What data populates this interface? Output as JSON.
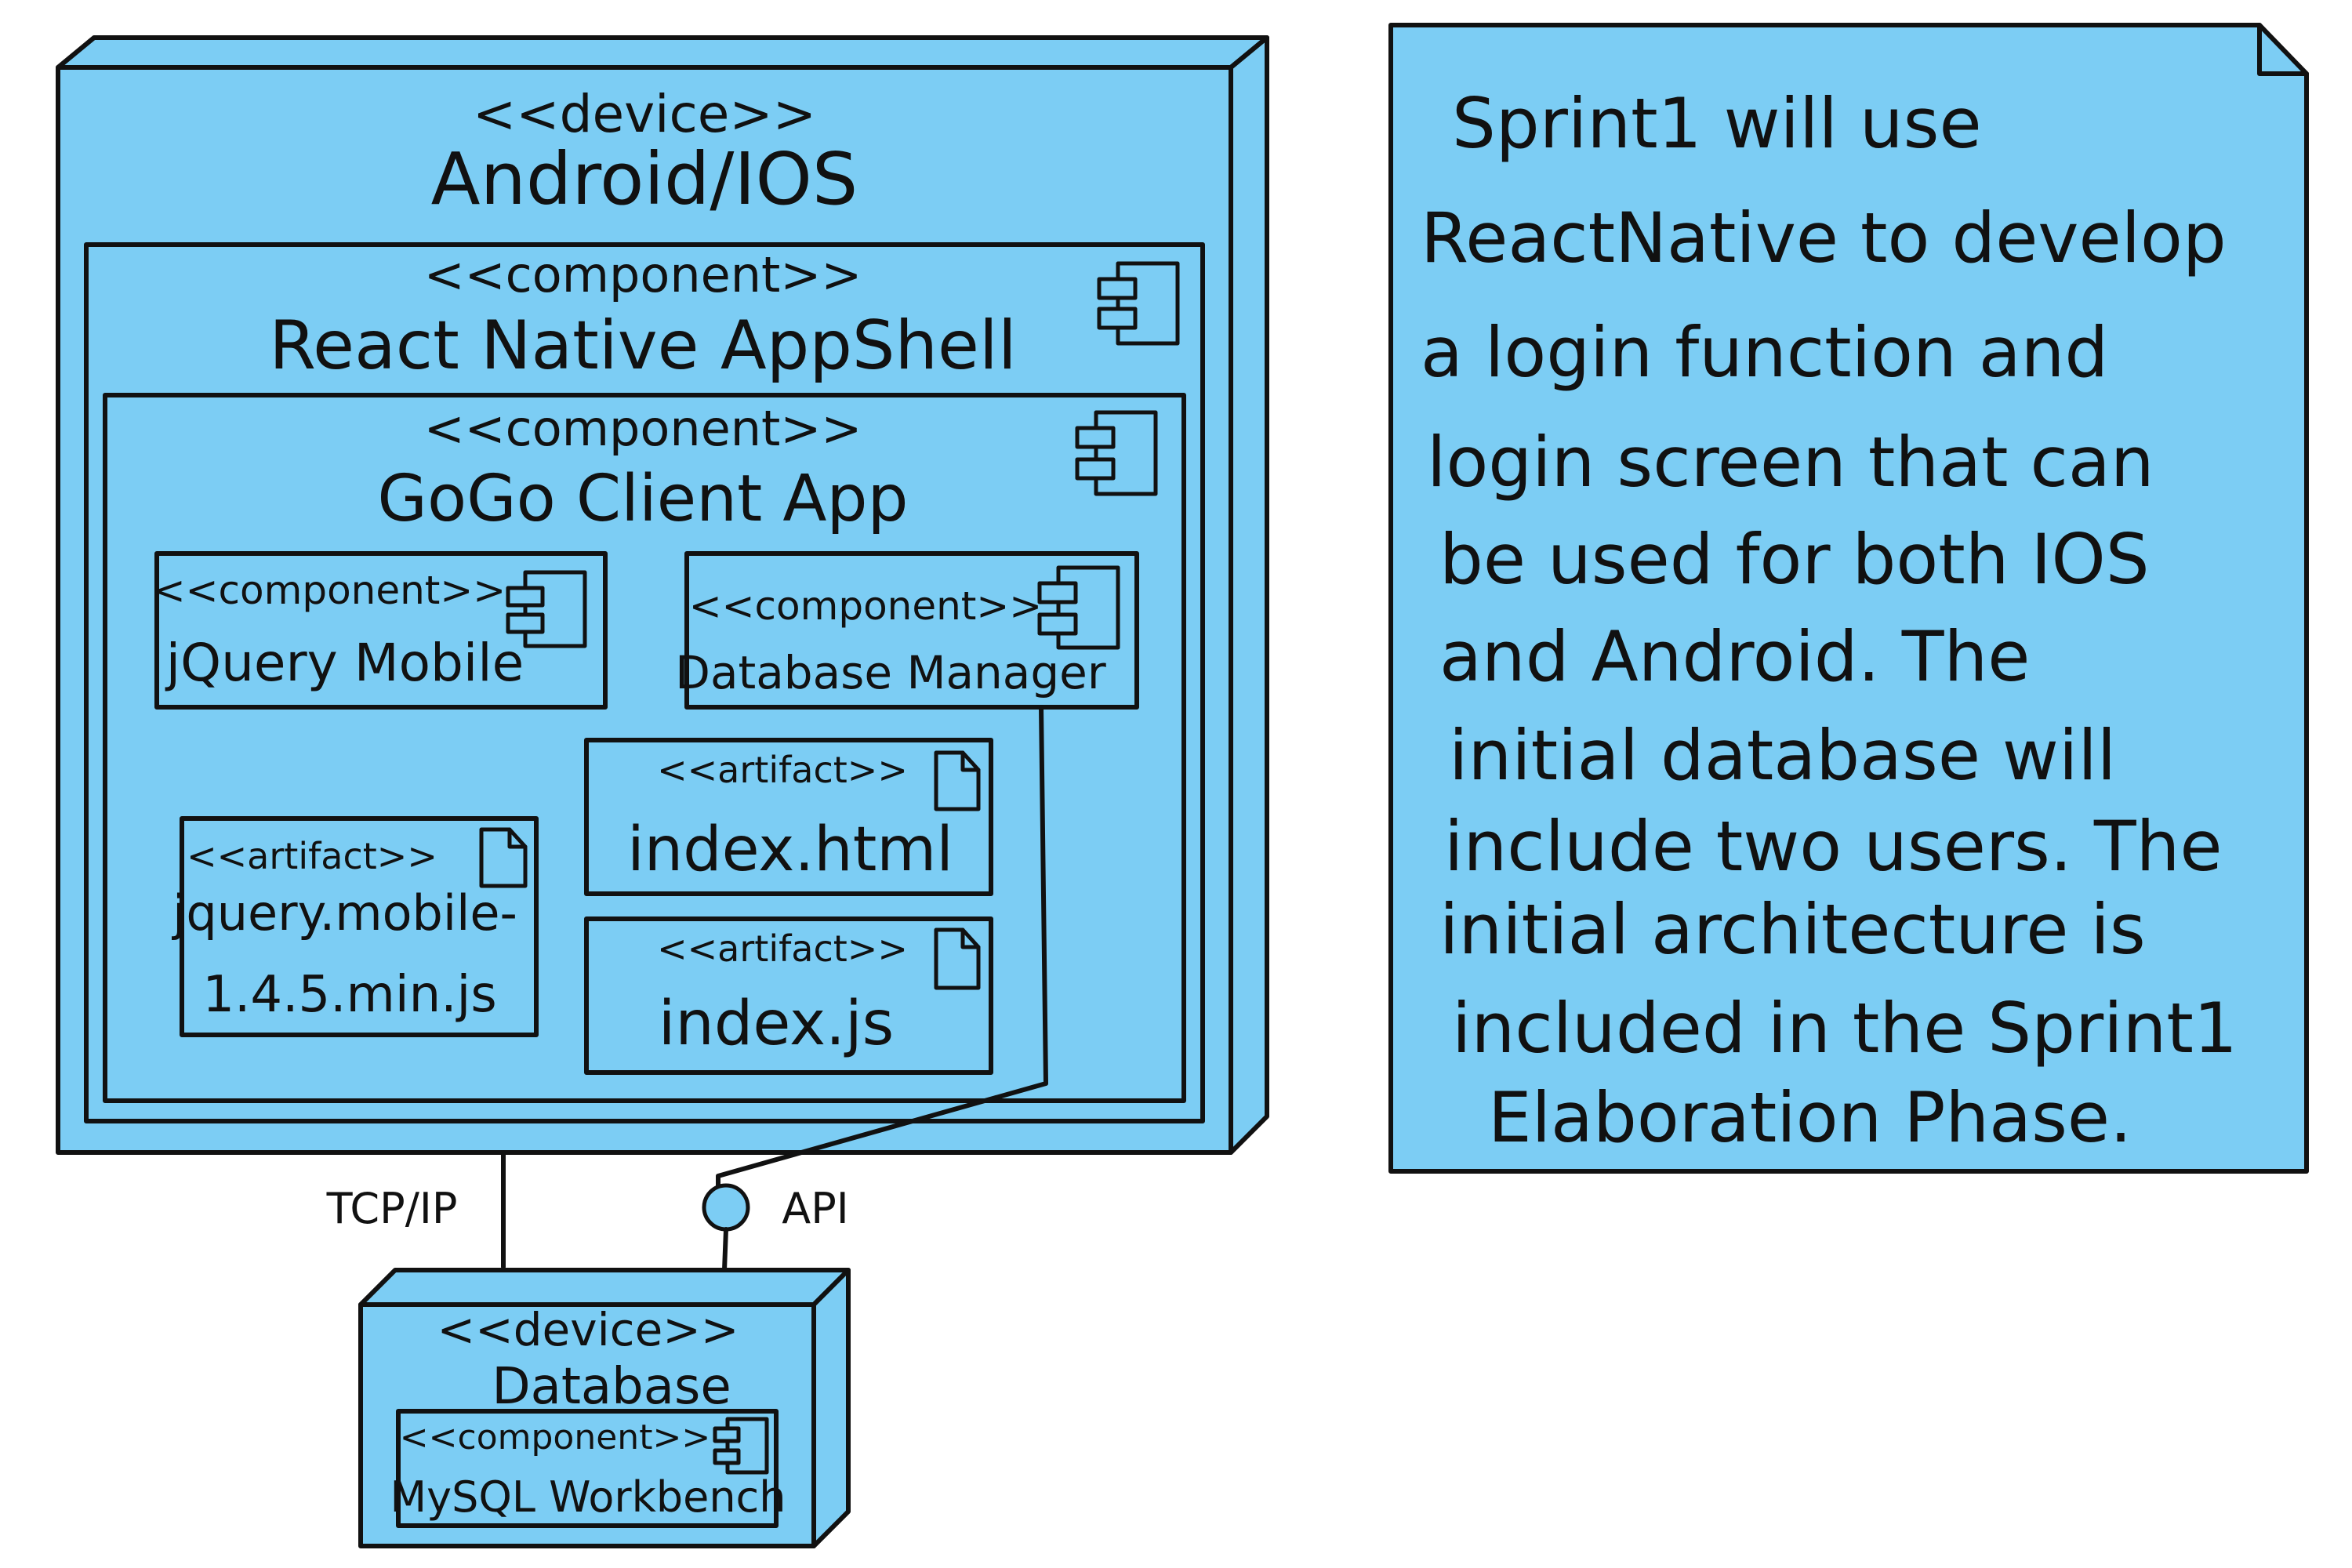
{
  "colors": {
    "fill": "#7ccdf4",
    "stroke": "#111111"
  },
  "android_device": {
    "stereotype": "<<device>>",
    "name": "Android/IOS"
  },
  "app_shell": {
    "stereotype": "<<component>>",
    "name": "React Native AppShell",
    "icon": "component-icon"
  },
  "client_app": {
    "stereotype": "<<component>>",
    "name": "GoGo Client App",
    "icon": "component-icon"
  },
  "jquery_mobile": {
    "stereotype": "<<component>>",
    "name": "jQuery Mobile",
    "icon": "component-icon"
  },
  "database_manager": {
    "stereotype": "<<component>>",
    "name": "Database Manager",
    "icon": "component-icon"
  },
  "artifact_index_html": {
    "stereotype": "<<artifact>>",
    "name": "index.html",
    "icon": "document-icon"
  },
  "artifact_jquery_js": {
    "stereotype": "<<artifact>>",
    "name_line1": "jquery.mobile-",
    "name_line2": "1.4.5.min.js",
    "icon": "document-icon"
  },
  "artifact_index_js": {
    "stereotype": "<<artifact>>",
    "name": "index.js",
    "icon": "document-icon"
  },
  "connectors": {
    "tcp_label": "TCP/IP",
    "api_label": "API"
  },
  "database_device": {
    "stereotype": "<<device>>",
    "name": "Database"
  },
  "mysql": {
    "stereotype": "<<component>>",
    "name": "MySQL Workbench",
    "icon": "component-icon"
  },
  "note": {
    "lines": [
      "Sprint1 will use",
      "ReactNative to develop",
      "a login function and",
      "login screen that can",
      "be used for both IOS",
      "and Android. The",
      "initial database will",
      "include two users. The",
      "initial architecture is",
      "included in the Sprint1",
      "Elaboration Phase."
    ]
  }
}
